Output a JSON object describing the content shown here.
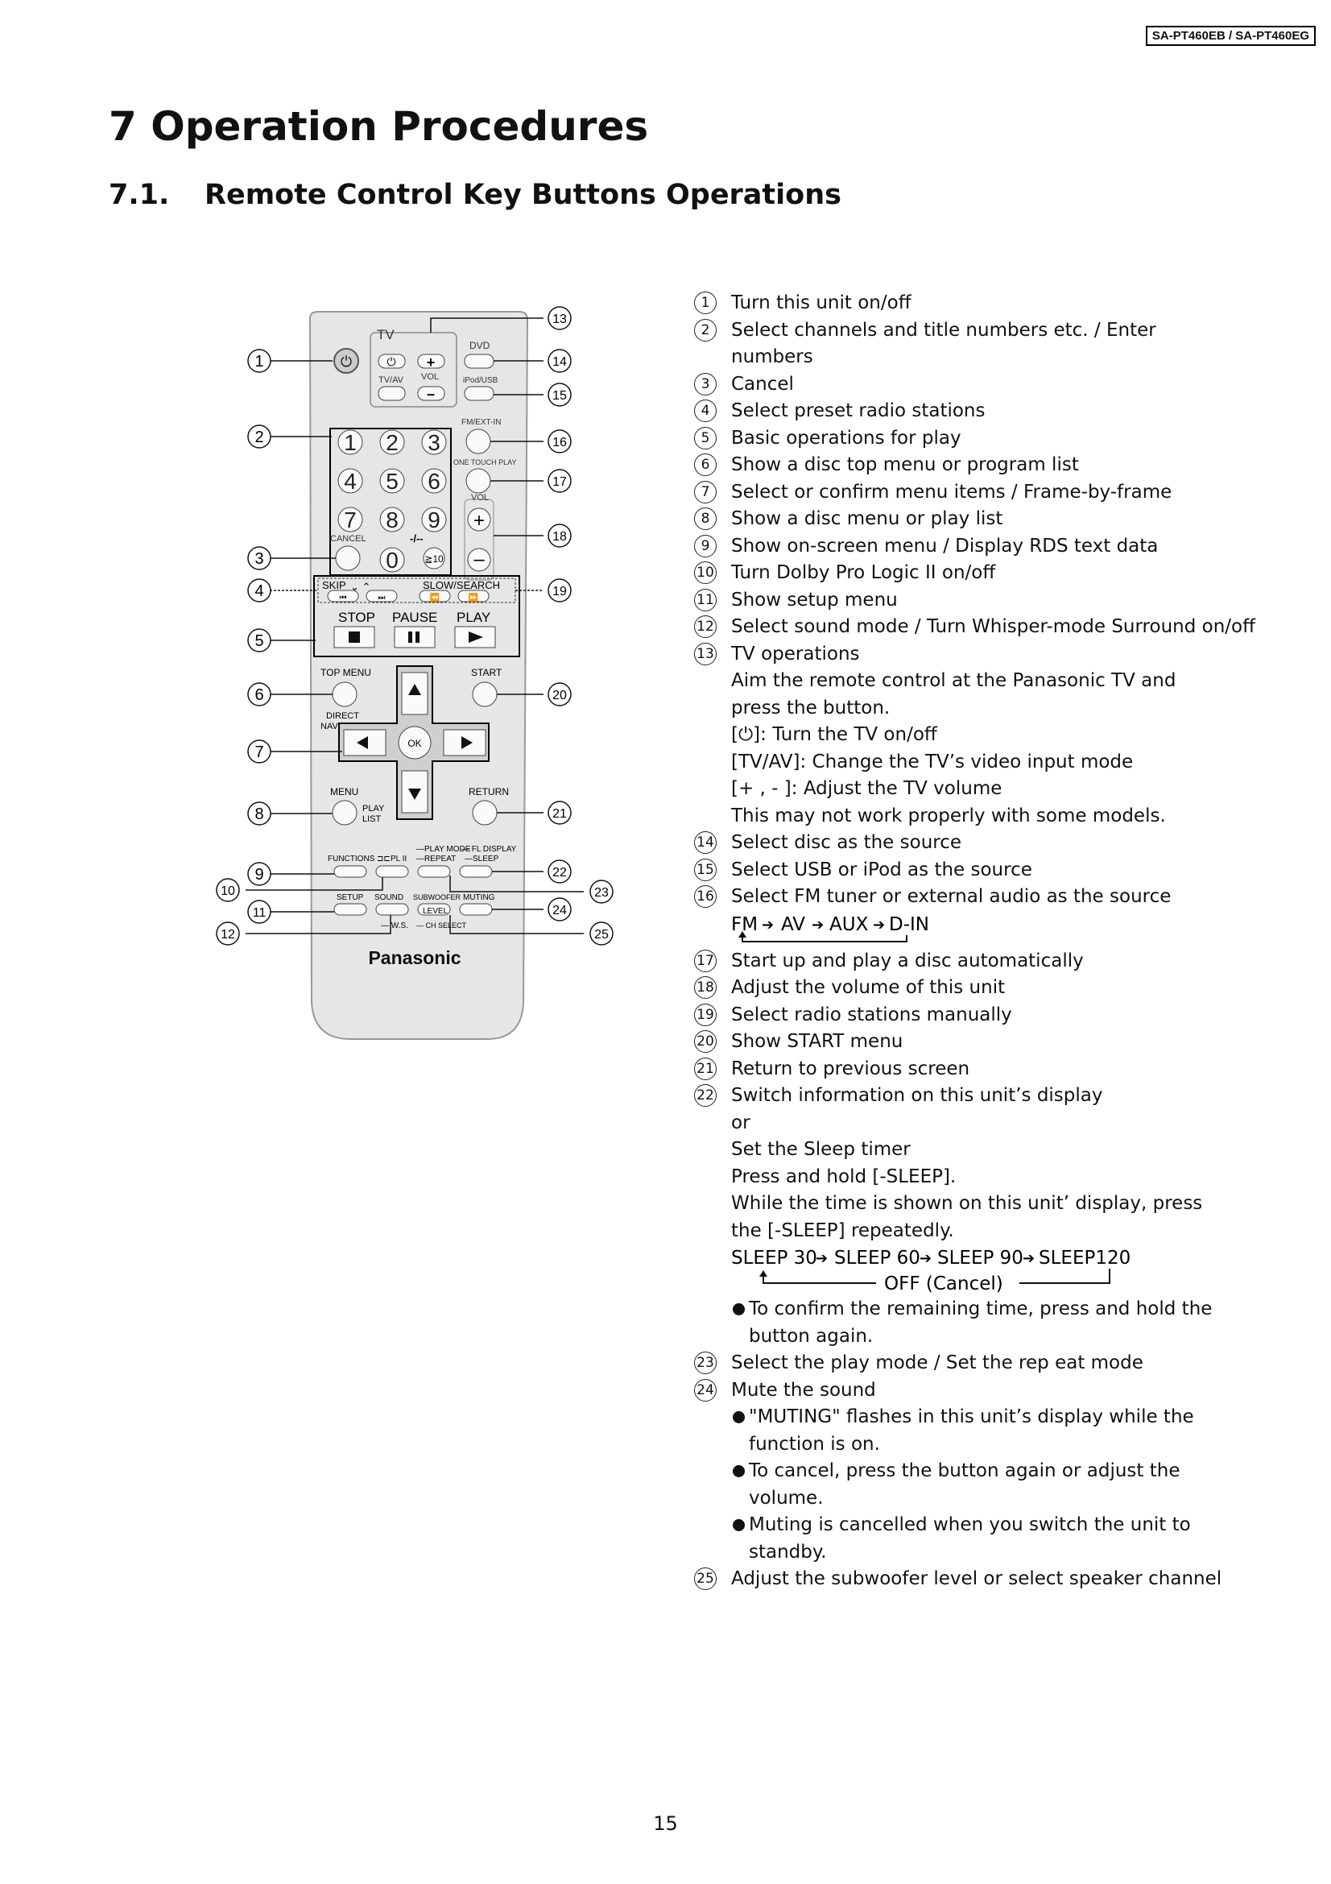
{
  "header": {
    "model": "SA-PT460EB / SA-PT460EG"
  },
  "title": "7 Operation Procedures",
  "section": {
    "number": "7.1.",
    "title": "Remote Control Key Buttons Operations"
  },
  "remote": {
    "tv_label": "TV",
    "tv_av": "TV/AV",
    "vol": "VOL",
    "dvd": "DVD",
    "ipod_usb": "iPod/USB",
    "fm_ext_in": "FM/EXT-IN",
    "one_touch_play": "ONE TOUCH PLAY",
    "vol_right": "VOL",
    "cancel": "CANCEL",
    "dash": "-/--",
    "ten": "≧10",
    "keys": [
      "1",
      "2",
      "3",
      "4",
      "5",
      "6",
      "7",
      "8",
      "9",
      "0"
    ],
    "skip": "SKIP",
    "slow_search": "SLOW/SEARCH",
    "stop": "STOP",
    "pause": "PAUSE",
    "play": "PLAY",
    "top_menu": "TOP MENU",
    "start": "START",
    "direct": "DIRECT",
    "navigator": "NAVIGATOR",
    "ok": "OK",
    "menu": "MENU",
    "return": "RETURN",
    "play_list_1": "PLAY",
    "play_list_2": "LIST",
    "play_mode": "—PLAY MODE",
    "repeat": "—REPEAT",
    "fl_display": "— FL DISPLAY",
    "sleep": "—SLEEP",
    "functions": "FUNCTIONS",
    "pl2": "PL II",
    "setup": "SETUP",
    "sound": "SOUND",
    "subwoofer": "SUBWOOFER",
    "muting": "MUTING",
    "level": "LEVEL",
    "ws": "— W.S.",
    "ch_select": "— CH SELECT",
    "brand": "Panasonic",
    "callouts": [
      "1",
      "2",
      "3",
      "4",
      "5",
      "6",
      "7",
      "8",
      "9",
      "10",
      "11",
      "12",
      "13",
      "14",
      "15",
      "16",
      "17",
      "18",
      "19",
      "20",
      "21",
      "22",
      "23",
      "24",
      "25"
    ]
  },
  "items": [
    {
      "n": "1",
      "lines": [
        "Turn this unit on/off"
      ]
    },
    {
      "n": "2",
      "lines": [
        "Select channels and title numbers etc. / Enter",
        "numbers"
      ]
    },
    {
      "n": "3",
      "lines": [
        "Cancel"
      ]
    },
    {
      "n": "4",
      "lines": [
        "Select preset radio stations"
      ]
    },
    {
      "n": "5",
      "lines": [
        "Basic operations for play"
      ]
    },
    {
      "n": "6",
      "lines": [
        "Show a disc top menu or program list"
      ]
    },
    {
      "n": "7",
      "lines": [
        "Select or confirm menu items / Frame-by-frame"
      ]
    },
    {
      "n": "8",
      "lines": [
        "Show a disc menu or play list"
      ]
    },
    {
      "n": "9",
      "lines": [
        "Show on-screen menu / Display RDS text data"
      ]
    },
    {
      "n": "10",
      "lines": [
        "Turn Dolby Pro Logic II on/off"
      ]
    },
    {
      "n": "11",
      "lines": [
        "Show setup menu"
      ]
    },
    {
      "n": "12",
      "lines": [
        "Select sound mode / Turn Whisper-mode Surround on/off"
      ]
    },
    {
      "n": "13",
      "lines": [
        "TV operations",
        "Aim the remote control at the Panasonic TV and",
        "press the button.",
        "[⏻]: Turn the TV on/off",
        "[TV/AV]: Change the TV’s video input mode",
        "[+ , -  ]: Adjust the TV volume",
        "This may not work properly with some models."
      ]
    },
    {
      "n": "14",
      "lines": [
        "Select disc as the source"
      ]
    },
    {
      "n": "15",
      "lines": [
        "Select USB or iPod as the source"
      ]
    },
    {
      "n": "16",
      "lines": [
        "Select FM tuner or external audio as the source"
      ],
      "seq": [
        "FM",
        "AV",
        "AUX",
        "D-IN"
      ]
    },
    {
      "n": "17",
      "lines": [
        "Start up and play a disc automatically"
      ]
    },
    {
      "n": "18",
      "lines": [
        "Adjust the volume of this unit"
      ]
    },
    {
      "n": "19",
      "lines": [
        "Select radio stations manually"
      ]
    },
    {
      "n": "20",
      "lines": [
        "Show START menu"
      ]
    },
    {
      "n": "21",
      "lines": [
        "Return to previous screen"
      ]
    },
    {
      "n": "22",
      "lines": [
        "Switch information on this unit’s display",
        "or",
        "Set the Sleep timer",
        "Press and hold [-SLEEP].",
        "While the time is shown on this unit’   display, press",
        "the [-SLEEP]    repeatedly."
      ],
      "sleep_seq": [
        "SLEEP 30",
        "SLEEP 60",
        "SLEEP 90",
        "SLEEP120"
      ],
      "sleep_off": "OFF (Cancel)",
      "bullets": [
        "To confirm the remaining time, press and hold the",
        "button again."
      ]
    },
    {
      "n": "23",
      "lines": [
        "Select the play mode / Set the rep     eat mode"
      ]
    },
    {
      "n": "24",
      "lines": [
        "Mute the sound"
      ],
      "bullets3": [
        [
          "\"MUTING\" flashes in this unit’s display while the",
          "function is on."
        ],
        [
          "To cancel, press the button again or adjust the",
          "volume."
        ],
        [
          "Muting is cancelled when you switch the unit to",
          "standby."
        ]
      ]
    },
    {
      "n": "25",
      "lines": [
        "Adjust the subwoofer level or select speaker channel"
      ]
    }
  ],
  "page_number": "15"
}
